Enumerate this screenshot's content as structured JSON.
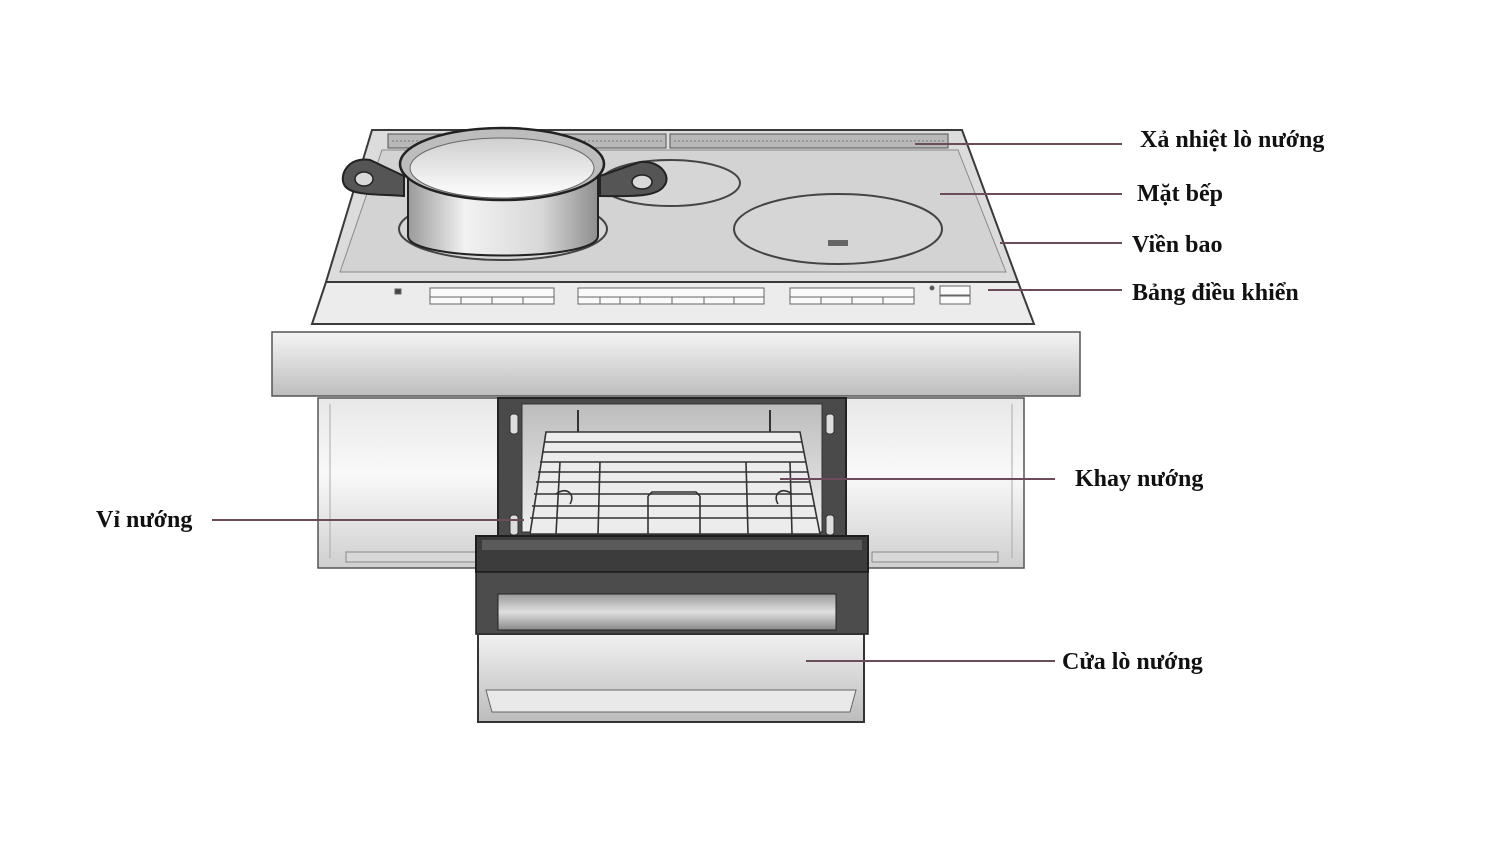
{
  "labels": {
    "oven_vent": "Xả nhiệt lò nướng",
    "cooktop_surface": "Mặt bếp",
    "frame_trim": "Viền bao",
    "control_panel": "Bảng điều khiển",
    "baking_tray": "Khay nướng",
    "grill_rack": "Vỉ nướng",
    "oven_door": "Cửa lò nướng"
  },
  "colors": {
    "leader_line": "#6b4c5a",
    "outline": "#3a3a3a",
    "panel_light": "#e6e6e6",
    "oven_dark": "#3c3c3c"
  }
}
